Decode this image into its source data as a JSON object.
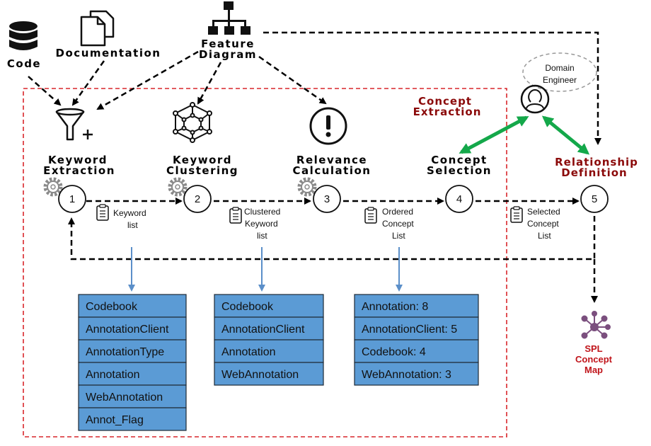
{
  "sources": {
    "code": "Code",
    "documentation": "Documentation",
    "feature_diagram_line1": "Feature",
    "feature_diagram_line2": "Diagram"
  },
  "domain_engineer": {
    "line1": "Domain",
    "line2": "Engineer"
  },
  "concept_extraction": {
    "line1": "Concept",
    "line2": "Extraction"
  },
  "relationship_definition": {
    "line1": "Relationship",
    "line2": "Definition"
  },
  "steps": [
    {
      "number": "1",
      "title1": "Keyword",
      "title2": "Extraction"
    },
    {
      "number": "2",
      "title1": "Keyword",
      "title2": "Clustering"
    },
    {
      "number": "3",
      "title1": "Relevance",
      "title2": "Calculation"
    },
    {
      "number": "4",
      "title1": "Concept",
      "title2": "Selection"
    },
    {
      "number": "5",
      "title1": "",
      "title2": ""
    }
  ],
  "artifacts": [
    {
      "lines": [
        "Keyword",
        "list"
      ]
    },
    {
      "lines": [
        "Clustered",
        "Keyword",
        "list"
      ]
    },
    {
      "lines": [
        "Ordered",
        "Concept",
        "List"
      ]
    },
    {
      "lines": [
        "Selected",
        "Concept",
        "List"
      ]
    }
  ],
  "lists": [
    {
      "items": [
        "Codebook",
        "AnnotationClient",
        "AnnotationType",
        "Annotation",
        "WebAnnotation",
        "Annot_Flag"
      ]
    },
    {
      "items": [
        "Codebook",
        "AnnotationClient",
        "Annotation",
        "WebAnnotation"
      ]
    },
    {
      "items": [
        "Annotation: 8",
        "AnnotationClient: 5",
        "Codebook: 4",
        "WebAnnotation: 3"
      ]
    }
  ],
  "output": {
    "line1": "SPL",
    "line2": "Concept",
    "line3": "Map"
  },
  "colors": {
    "frame_red": "#d9262b",
    "label_red": "#8b0a0a",
    "list_fill": "#5b9bd5",
    "list_connector": "#5b8fc9",
    "green_arrow": "#14a84a",
    "network_purple": "#7b4f7e",
    "gear_gray": "#8a8a8a"
  }
}
